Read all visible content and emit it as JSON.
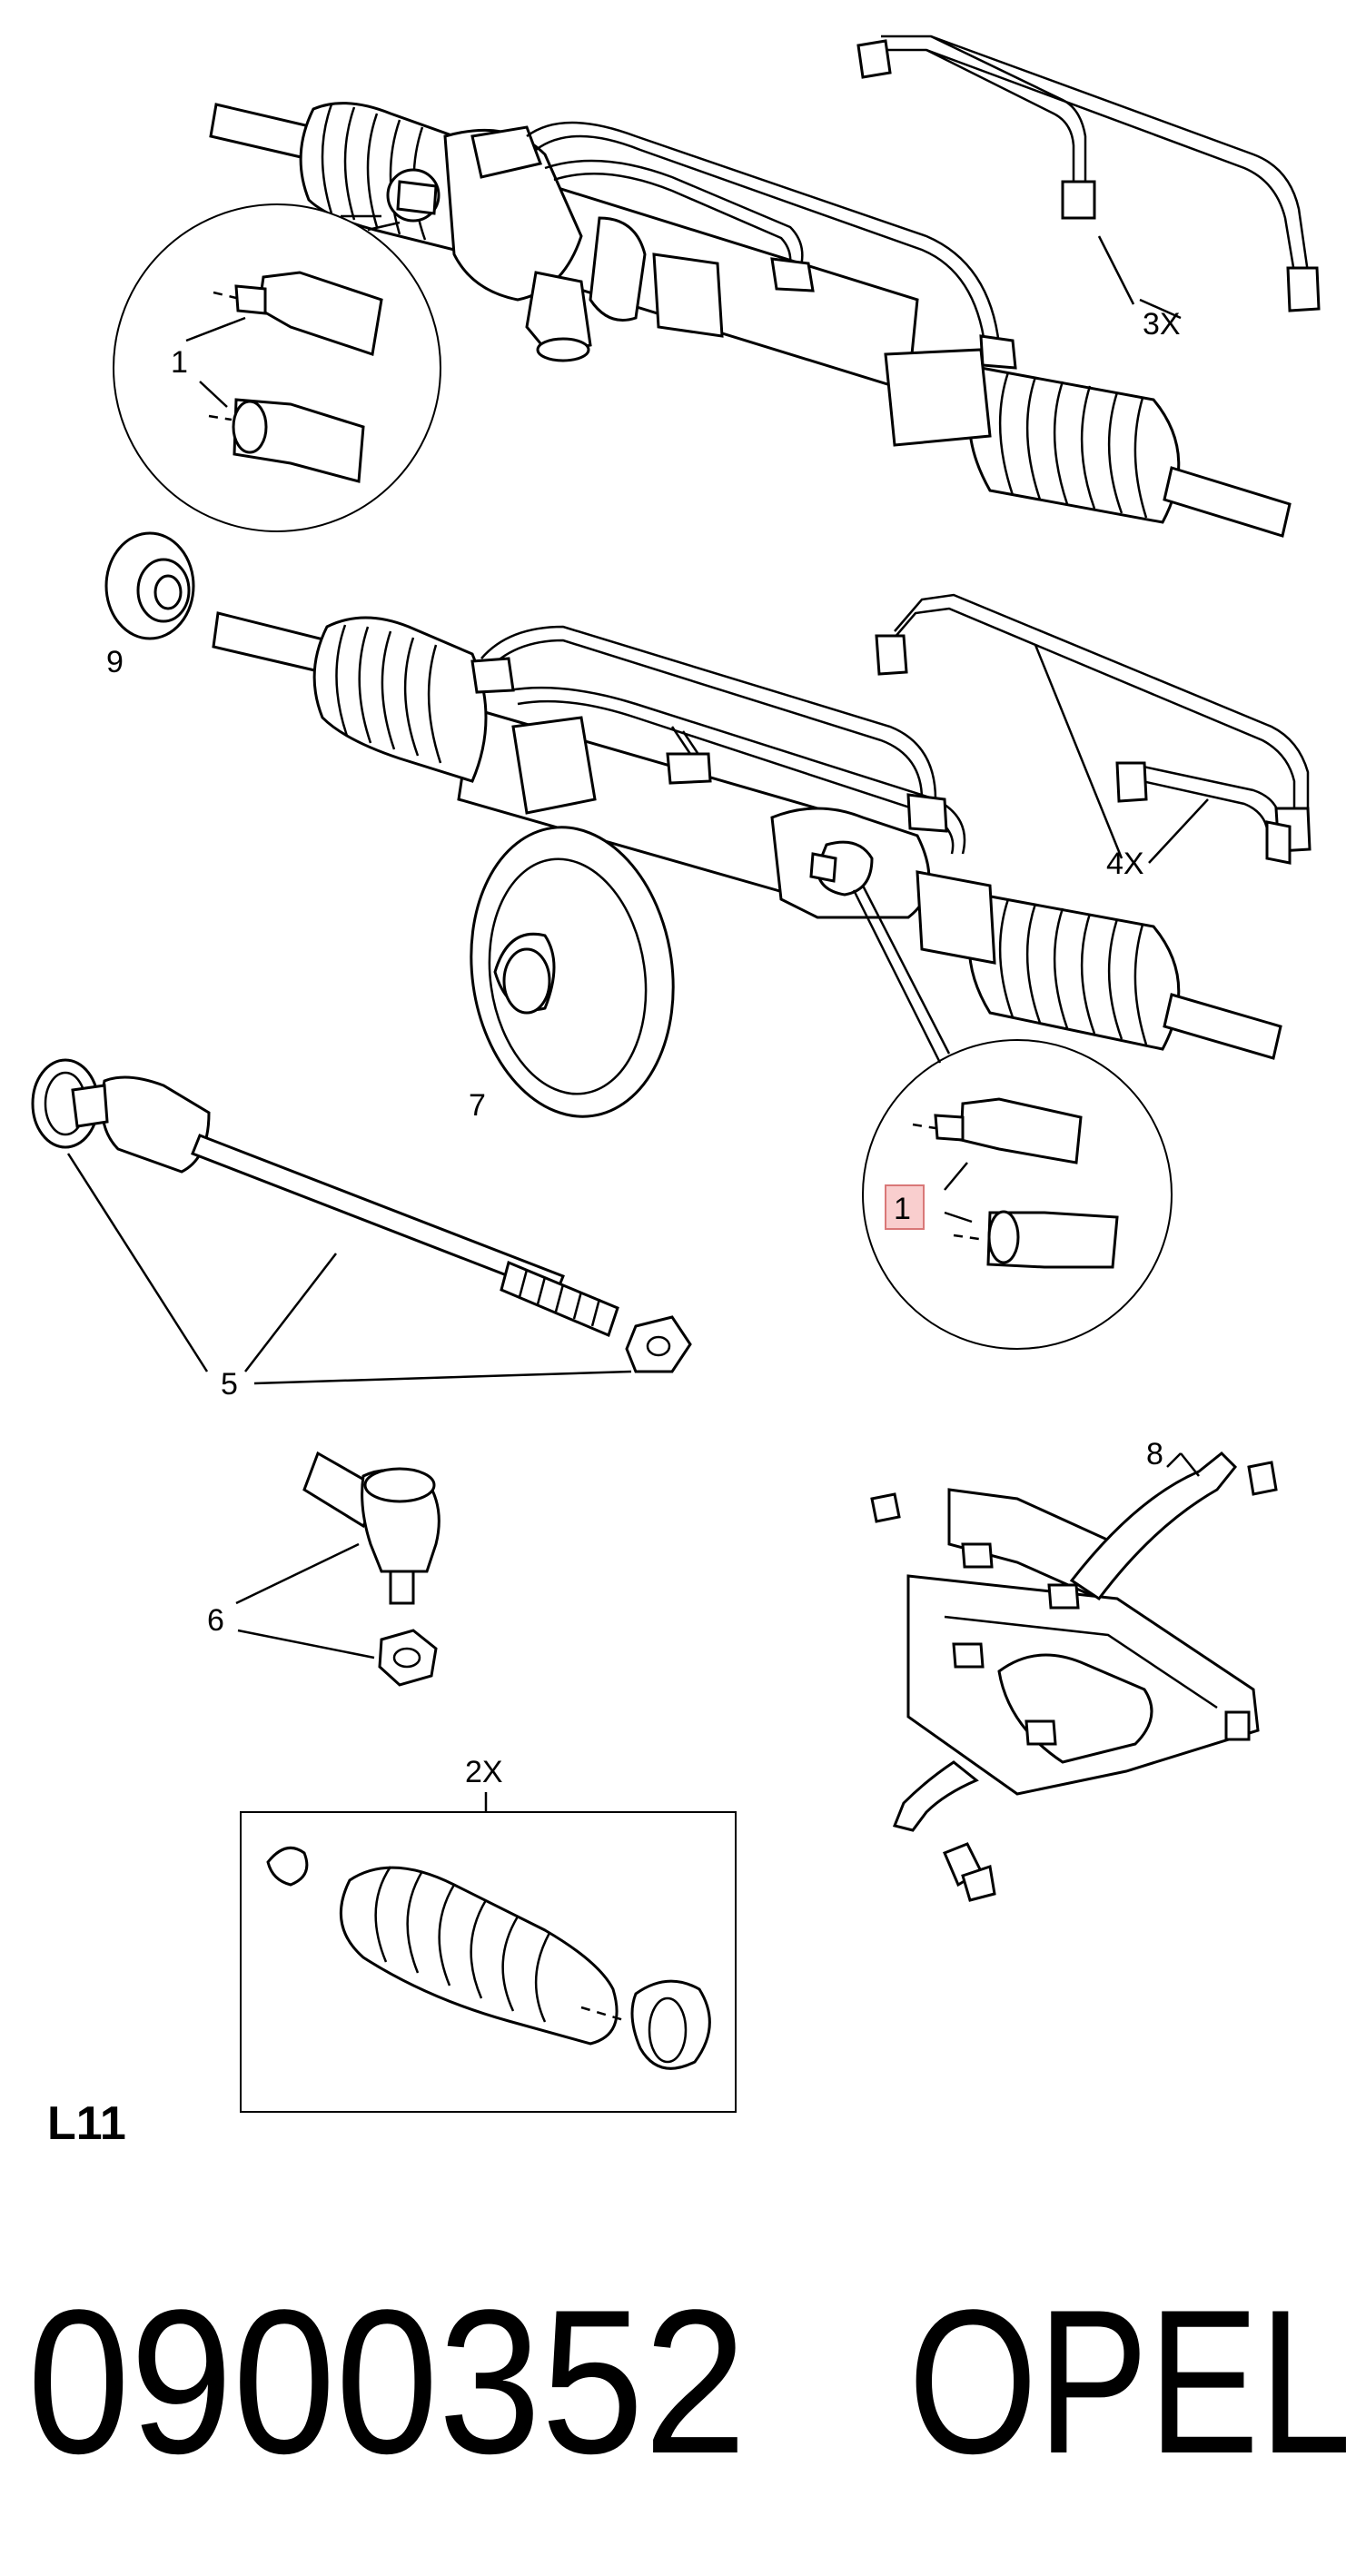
{
  "callouts": {
    "c1_top": "1",
    "c1_mid": "1",
    "c2x": "2X",
    "c3x": "3X",
    "c4x": "4X",
    "c5": "5",
    "c6": "6",
    "c7": "7",
    "c8": "8",
    "c9": "9"
  },
  "diagram_code": "L11",
  "part_number": "0900352",
  "brand": "OPEL",
  "highlight_color": "#f4a6a6"
}
